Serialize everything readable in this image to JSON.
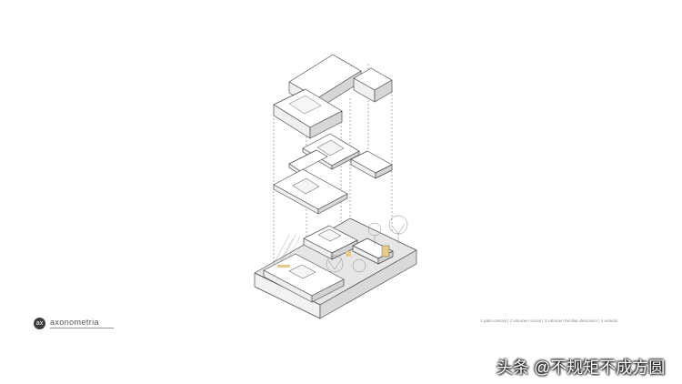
{
  "diagram": {
    "badge": "ax",
    "title": "axonometria",
    "legend": "1 patio central  |  2 volumen social  |  3 volumen familiar-descanso  |  4 estudio"
  },
  "watermark": "头条 @不规矩不成方圆",
  "colors": {
    "line": "#4a4a4a",
    "face_light": "#ffffff",
    "face_mid": "#f0f0f0",
    "face_dark": "#d6d6d6",
    "terrain": "#e6e6e6",
    "accent_wood": "#e8c98a"
  }
}
